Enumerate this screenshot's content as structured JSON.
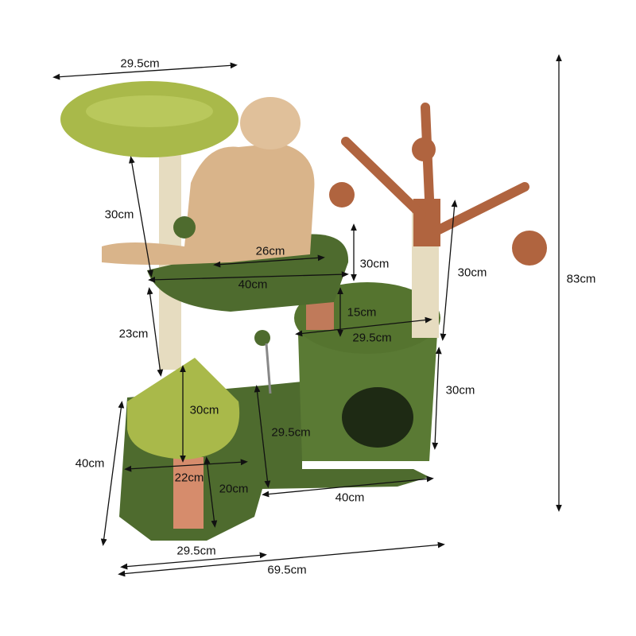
{
  "colors": {
    "dark_green": "#4e6b2e",
    "light_green": "#a9b94a",
    "sisal": "#e6dcc0",
    "brown": "#b0643f",
    "cat": "#d9b48a"
  },
  "dimensions": {
    "top_perch_width": "29.5cm",
    "top_post_height": "30cm",
    "platform_inner_width": "26cm",
    "platform_depth": "30cm",
    "platform_width": "40cm",
    "condo_post_height": "15cm",
    "condo_top_width": "29.5cm",
    "tree_post_height": "30cm",
    "total_height": "83cm",
    "middle_post_height": "23cm",
    "leaf_step_depth": "30cm",
    "base_depth": "29.5cm",
    "condo_height": "30cm",
    "base_left_depth": "40cm",
    "leaf_step_width": "22cm",
    "lower_post_height": "20cm",
    "base_right_width": "40cm",
    "base_left_width": "29.5cm",
    "total_width": "69.5cm"
  }
}
